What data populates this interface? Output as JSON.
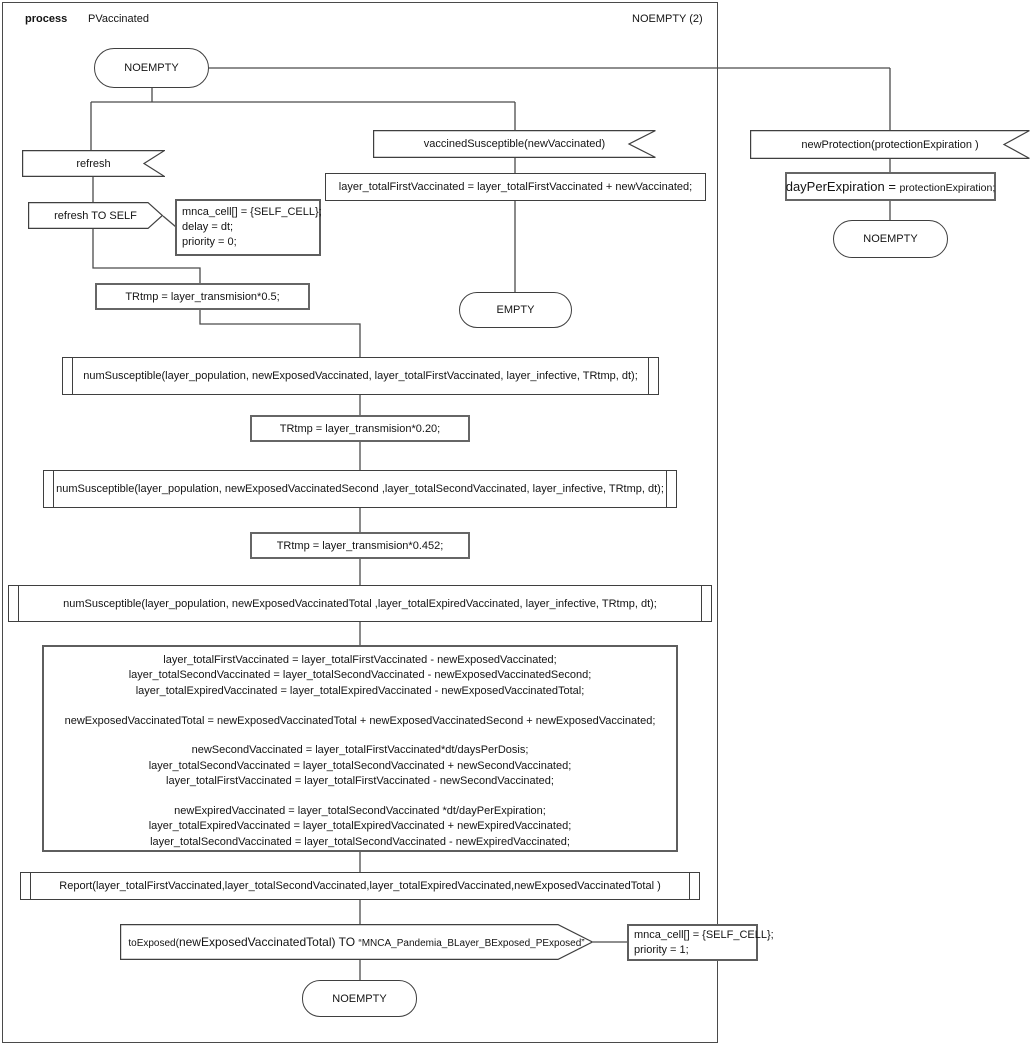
{
  "header": {
    "process_keyword": "process",
    "process_name": "PVaccinated",
    "state_ref": "NOEMPTY (2)"
  },
  "states": {
    "start": "NOEMPTY",
    "empty": "EMPTY",
    "end": "NOEMPTY",
    "protection_end": "NOEMPTY"
  },
  "events": {
    "refresh_in": "refresh",
    "refresh_out": "refresh TO SELF",
    "vaccined_in": "vaccinedSusceptible(newVaccinated)",
    "protection_in": "newProtection(protectionExpiration )"
  },
  "send_to_exposed": {
    "prefix": "toExposed(",
    "mid": "newExposedVaccinatedTotal) TO ",
    "target": "“MNCA_Pandemia_BLayer_BExposed_PExposed”"
  },
  "actions": {
    "add_first_vaccinated": "layer_totalFirstVaccinated = layer_totalFirstVaccinated + newVaccinated;",
    "tr1": "TRtmp  = layer_transmision*0.5;",
    "tr2": "TRtmp = layer_transmision*0.20;",
    "tr3": "TRtmp = layer_transmision*0.452;",
    "day_per_expiration_lhs": "dayPerExpiration = ",
    "day_per_expiration_rhs": "protectionExpiration;"
  },
  "calls": {
    "num1": "numSusceptible(layer_population, newExposedVaccinated, layer_totalFirstVaccinated, layer_infective, TRtmp, dt);",
    "num2": "numSusceptible(layer_population, newExposedVaccinatedSecond ,layer_totalSecondVaccinated, layer_infective, TRtmp, dt);",
    "num3": "numSusceptible(layer_population, newExposedVaccinatedTotal ,layer_totalExpiredVaccinated, layer_infective, TRtmp, dt);",
    "report": "Report(layer_totalFirstVaccinated,layer_totalSecondVaccinated,layer_totalExpiredVaccinated,newExposedVaccinatedTotal )"
  },
  "update_block": {
    "lines": [
      "layer_totalFirstVaccinated = layer_totalFirstVaccinated - newExposedVaccinated;",
      "layer_totalSecondVaccinated = layer_totalSecondVaccinated - newExposedVaccinatedSecond;",
      "layer_totalExpiredVaccinated = layer_totalExpiredVaccinated - newExposedVaccinatedTotal;",
      "",
      "newExposedVaccinatedTotal = newExposedVaccinatedTotal + newExposedVaccinatedSecond  + newExposedVaccinated;",
      "",
      "newSecondVaccinated = layer_totalFirstVaccinated*dt/daysPerDosis;",
      "layer_totalSecondVaccinated = layer_totalSecondVaccinated + newSecondVaccinated;",
      "layer_totalFirstVaccinated = layer_totalFirstVaccinated - newSecondVaccinated;",
      "",
      "newExpiredVaccinated = layer_totalSecondVaccinated *dt/dayPerExpiration;",
      "layer_totalExpiredVaccinated = layer_totalExpiredVaccinated + newExpiredVaccinated;",
      "layer_totalSecondVaccinated = layer_totalSecondVaccinated - newExpiredVaccinated;"
    ]
  },
  "annotations": {
    "refresh_params": [
      "mnca_cell[] = {SELF_CELL};",
      "delay = dt;",
      "priority = 0;"
    ],
    "exposed_params": [
      "mnca_cell[] = {SELF_CELL};",
      "priority = 1;"
    ]
  },
  "colors": {
    "stroke": "#4a4a4a",
    "border": "#3f3f3f",
    "text": "#141414",
    "background": "#ffffff"
  }
}
